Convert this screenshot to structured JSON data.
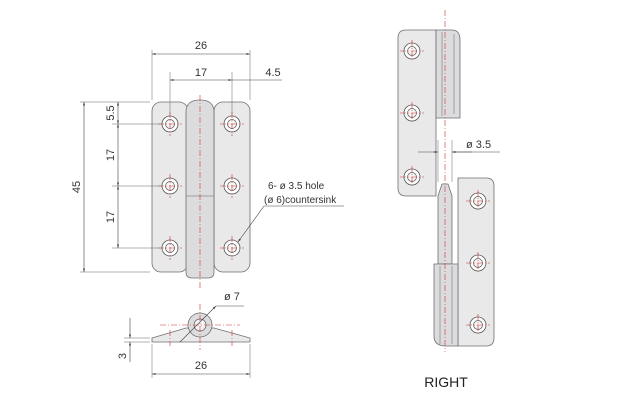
{
  "drawing": {
    "dimensions": {
      "overall_width": "26",
      "hole_spacing_horizontal": "17",
      "edge_offset_right": "4.5",
      "edge_offset_top": "5.5",
      "hole_spacing_vertical_1": "17",
      "hole_spacing_vertical_2": "17",
      "overall_height": "45",
      "pin_diameter": "ø 7",
      "thickness": "3",
      "bottom_width": "26",
      "hole_diameter_right": "ø 3.5"
    },
    "hole_note_line1": "6- ø 3.5 hole",
    "hole_note_line2": "(ø 6)countersink",
    "view_caption": "RIGHT"
  },
  "colors": {
    "body_fill": "#e9e9ea",
    "outline": "#6f6f72",
    "center_line": "#d03030"
  }
}
